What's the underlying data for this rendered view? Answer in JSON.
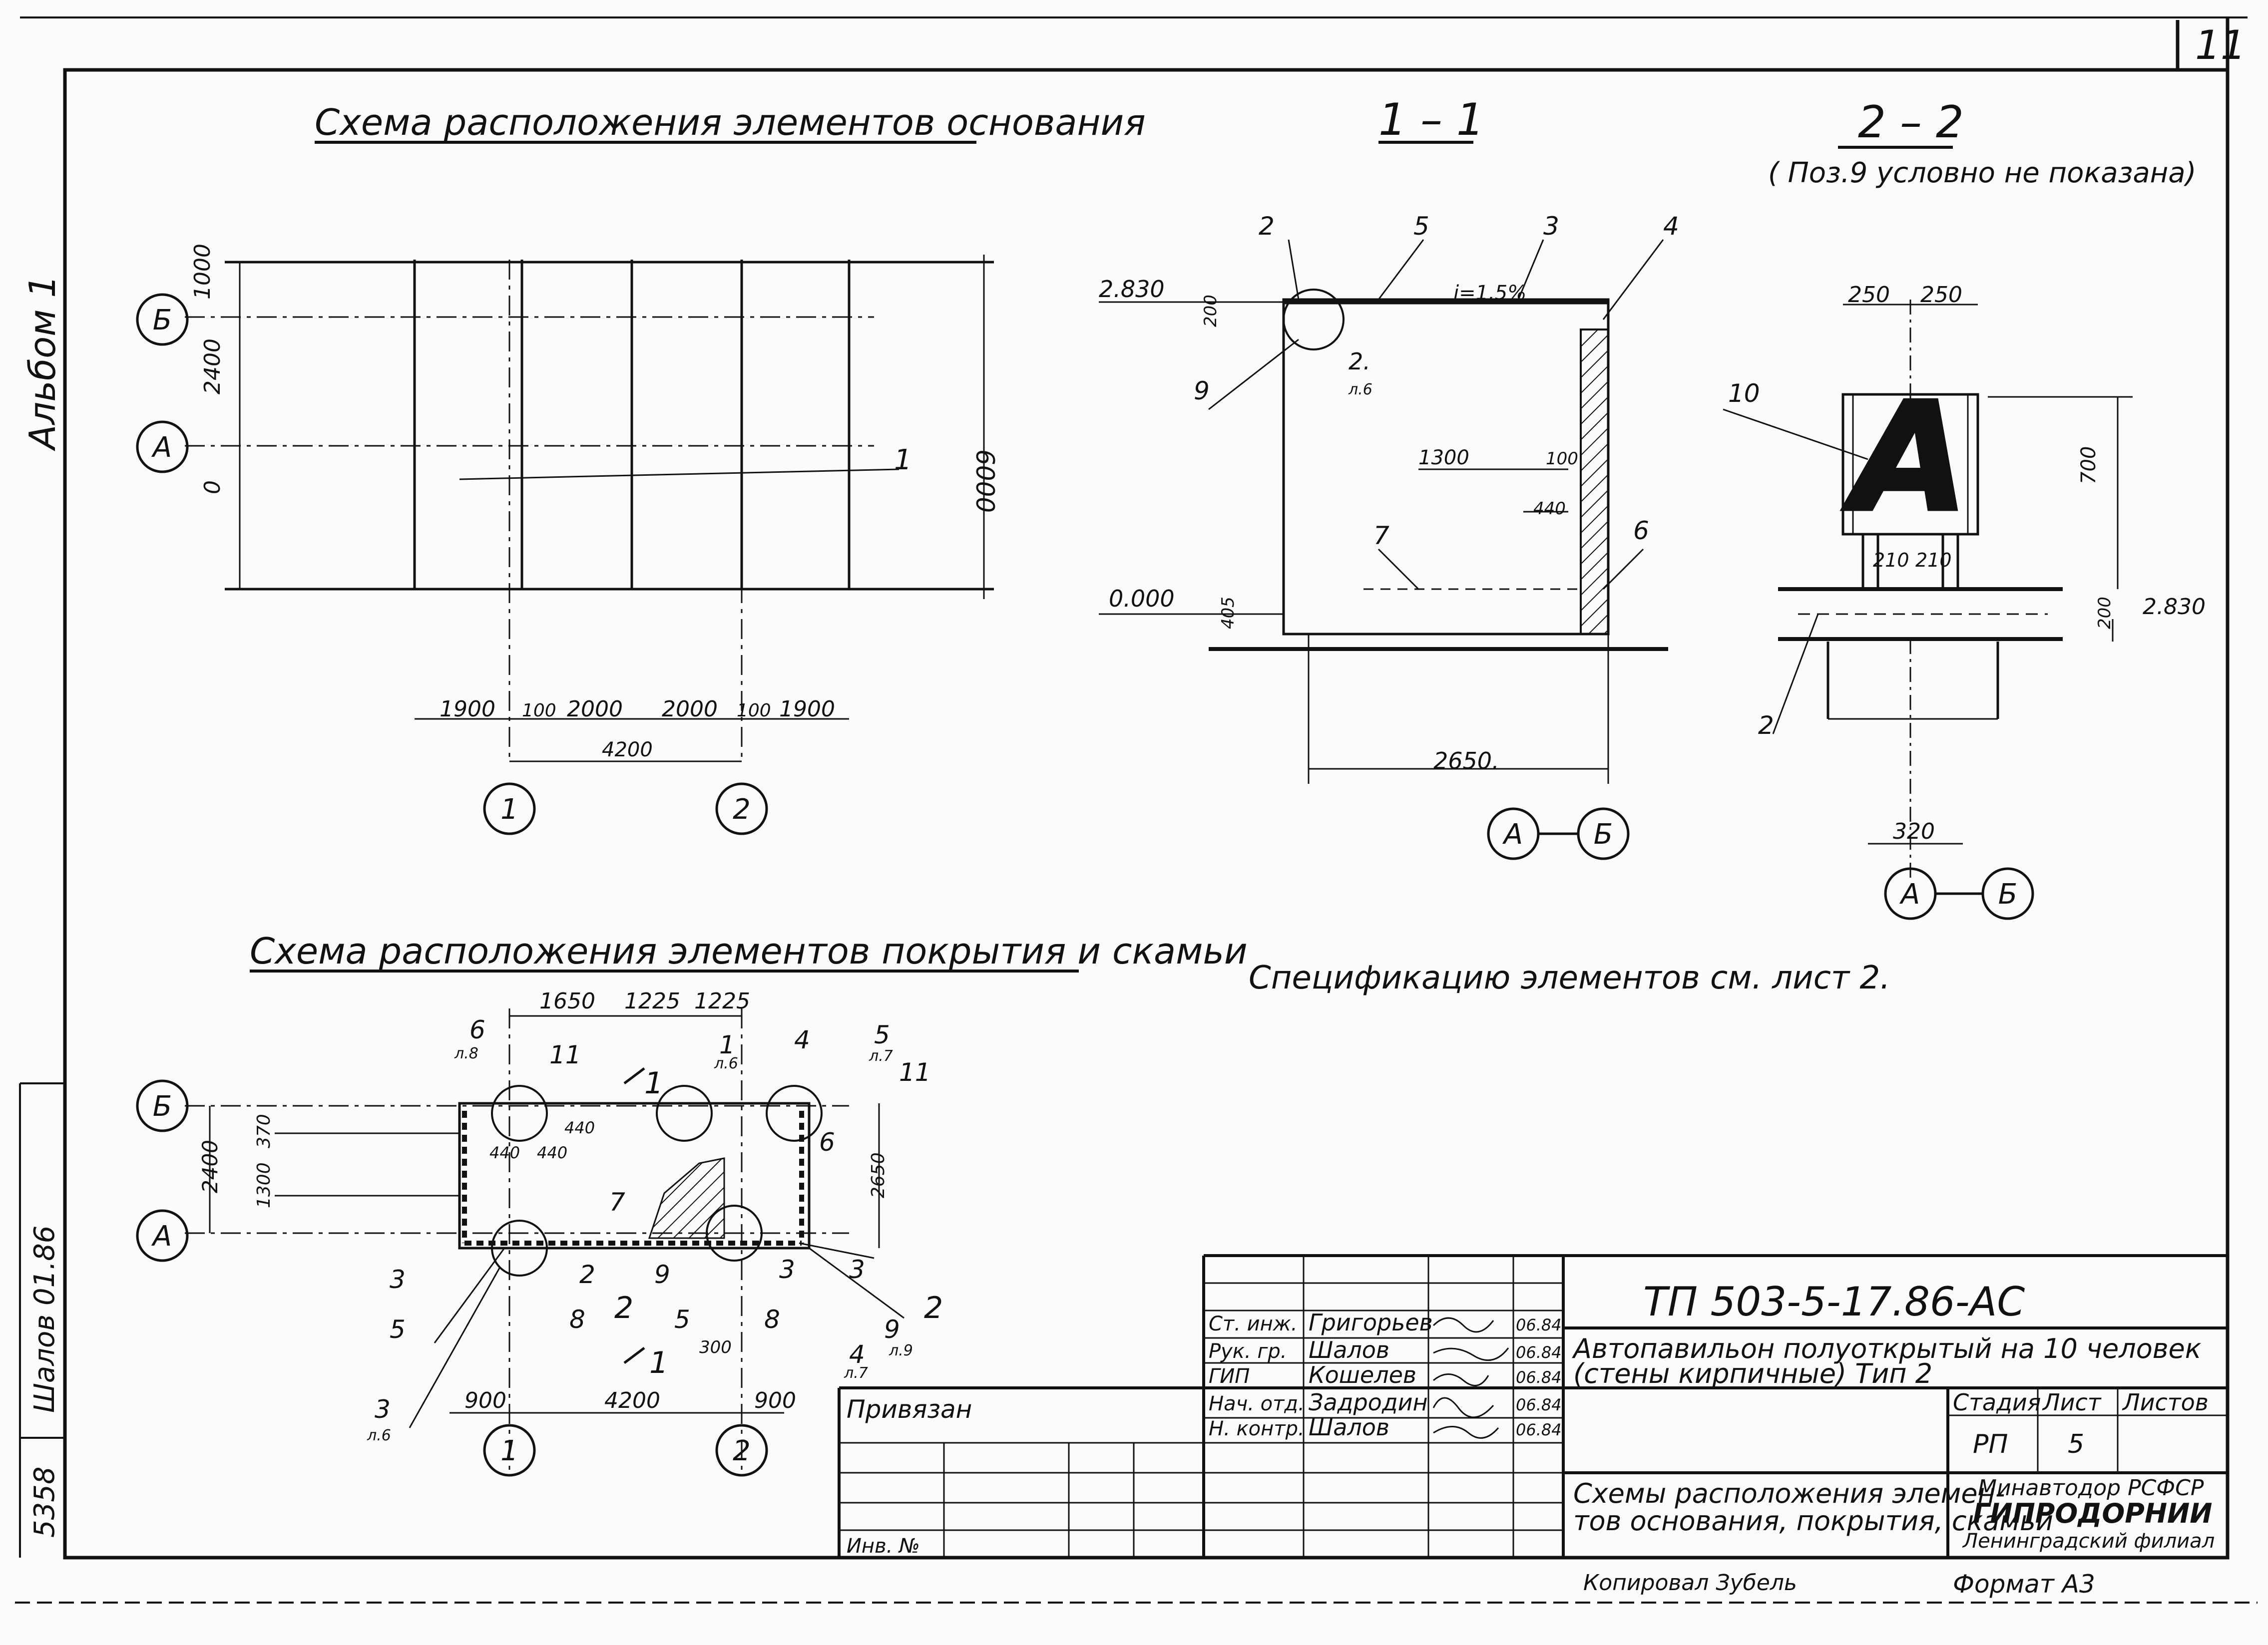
{
  "sheet": {
    "corner_number": "11",
    "album": "Альбом 1",
    "margin_signature": "Шалов 01.86",
    "margin_code": "5358"
  },
  "titles": {
    "foundation": "Схема  расположения элементов основания",
    "section_1_1": "1 – 1",
    "section_2_2": "2 – 2",
    "section_2_2_note": "( Поз.9 условно не показана)",
    "roof": "Схема  расположения элементов покрытия и скамьи",
    "spec_note": "Спецификацию  элементов  см.  лист  2."
  },
  "axes": {
    "a": "А",
    "b": "Б",
    "one": "1",
    "two": "2"
  },
  "foundation_plan": {
    "dims": {
      "v_top": "1000",
      "v_mid": "2400",
      "v_zero": "0",
      "v_total": "6000",
      "h1": "1900",
      "h2": "100",
      "h3": "2000",
      "h4": "2000",
      "h5": "100",
      "h6": "1900",
      "h_axes": "4200"
    },
    "callout": "1"
  },
  "section_1_1": {
    "callouts": {
      "c2": "2",
      "c5": "5",
      "c3": "3",
      "c4": "4",
      "c9": "9",
      "c7": "7",
      "c6": "6"
    },
    "node_ref": "2.",
    "node_sheet": "л.6",
    "slope": "i=1,5%",
    "level_top": "2.830",
    "level_zero": "0.000",
    "dims": {
      "d200": "200",
      "d405": "405",
      "d1300": "1300",
      "d100": "100",
      "d440": "440",
      "d2650": "2650."
    }
  },
  "section_2_2": {
    "sign_letter": "A",
    "callouts": {
      "c10": "10",
      "c2": "2"
    },
    "level": "2.830",
    "dims": {
      "d250": "250",
      "d700": "700",
      "d210": "210",
      "d200": "200",
      "d320": "320"
    }
  },
  "roof_plan": {
    "dims": {
      "d1650": "1650",
      "d1225": "1225",
      "d2400": "2400",
      "d370": "370",
      "d1300": "1300",
      "d2650": "2650",
      "d440": "440",
      "d900": "900",
      "d4200": "4200",
      "d300": "300"
    },
    "cut_1": "1",
    "cut_2": "2",
    "refs": {
      "r1": "1",
      "r1_sheet": "л.6",
      "r2": "2",
      "r3": "3",
      "r3_sheet": "л.6",
      "r4": "4",
      "r4_sheet": "л.7",
      "r5": "5",
      "r5_sheet": "л.7",
      "r6": "6",
      "r6_sheet": "л.8",
      "r7": "7",
      "r8": "8",
      "r9": "9",
      "r9_sheet": "л.9",
      "r11": "11"
    }
  },
  "title_block": {
    "doc_code": "ТП 503-5-17.86-АС",
    "object_line1": "Автопавильон  полуоткрытый на 10 человек",
    "object_line2": "(стены кирпичные)  Тип 2",
    "sheet_title_line1": "Схемы расположения элемен-",
    "sheet_title_line2": "тов основания, покрытия, скамьи",
    "stage_label": "Стадия",
    "sheet_label": "Лист",
    "sheets_label": "Листов",
    "stage": "РП",
    "sheet": "5",
    "ministry": "Минавтодор РСФСР",
    "institute": "ГИПРОДОРНИИ",
    "branch": "Ленинградский филиал",
    "tied_label": "Привязан",
    "inventory_label": "Инв. №",
    "people": [
      {
        "role": "Ст. инж.",
        "name": "Григорьев",
        "date": "06.84"
      },
      {
        "role": "Рук. гр.",
        "name": "Шалов",
        "date": "06.84"
      },
      {
        "role": "ГИП",
        "name": "Кошелев",
        "date": "06.84"
      },
      {
        "role": "Нач. отд.",
        "name": "Задродин",
        "date": "06.84"
      },
      {
        "role": "Н. контр.",
        "name": "Шалов",
        "date": "06.84"
      }
    ]
  },
  "footer": {
    "copied_by": "Копировал Зубель",
    "format": "Формат А3"
  }
}
